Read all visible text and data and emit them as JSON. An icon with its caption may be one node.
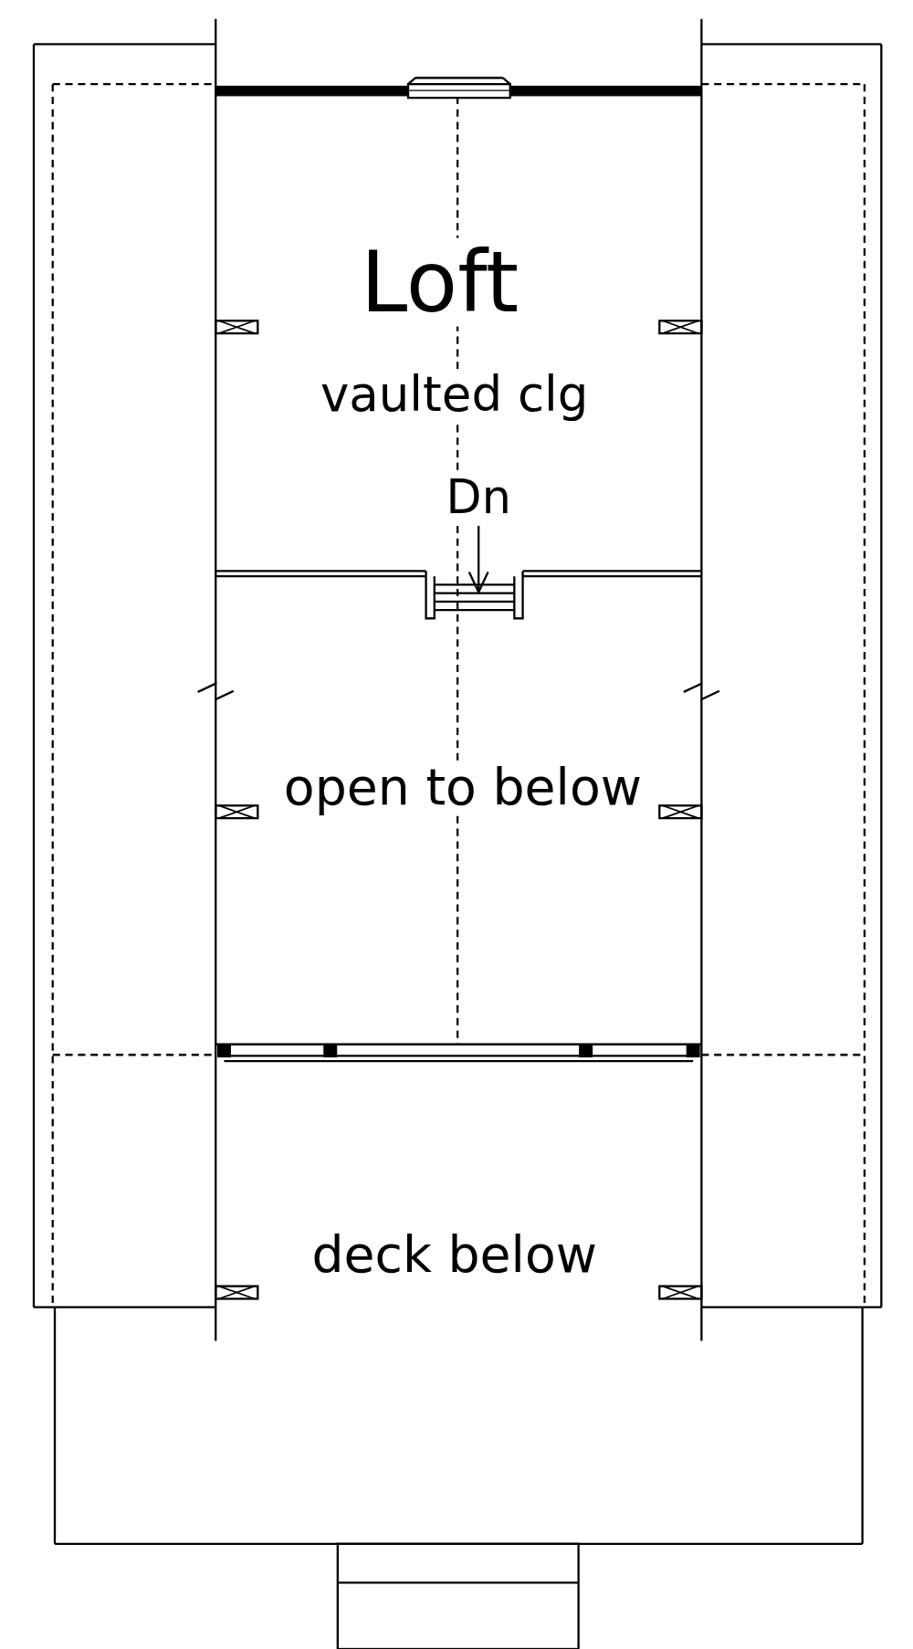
{
  "diagram": {
    "labels": [
      "Loft",
      "vaulted clg",
      "Dn",
      "open to below",
      "deck below"
    ]
  }
}
